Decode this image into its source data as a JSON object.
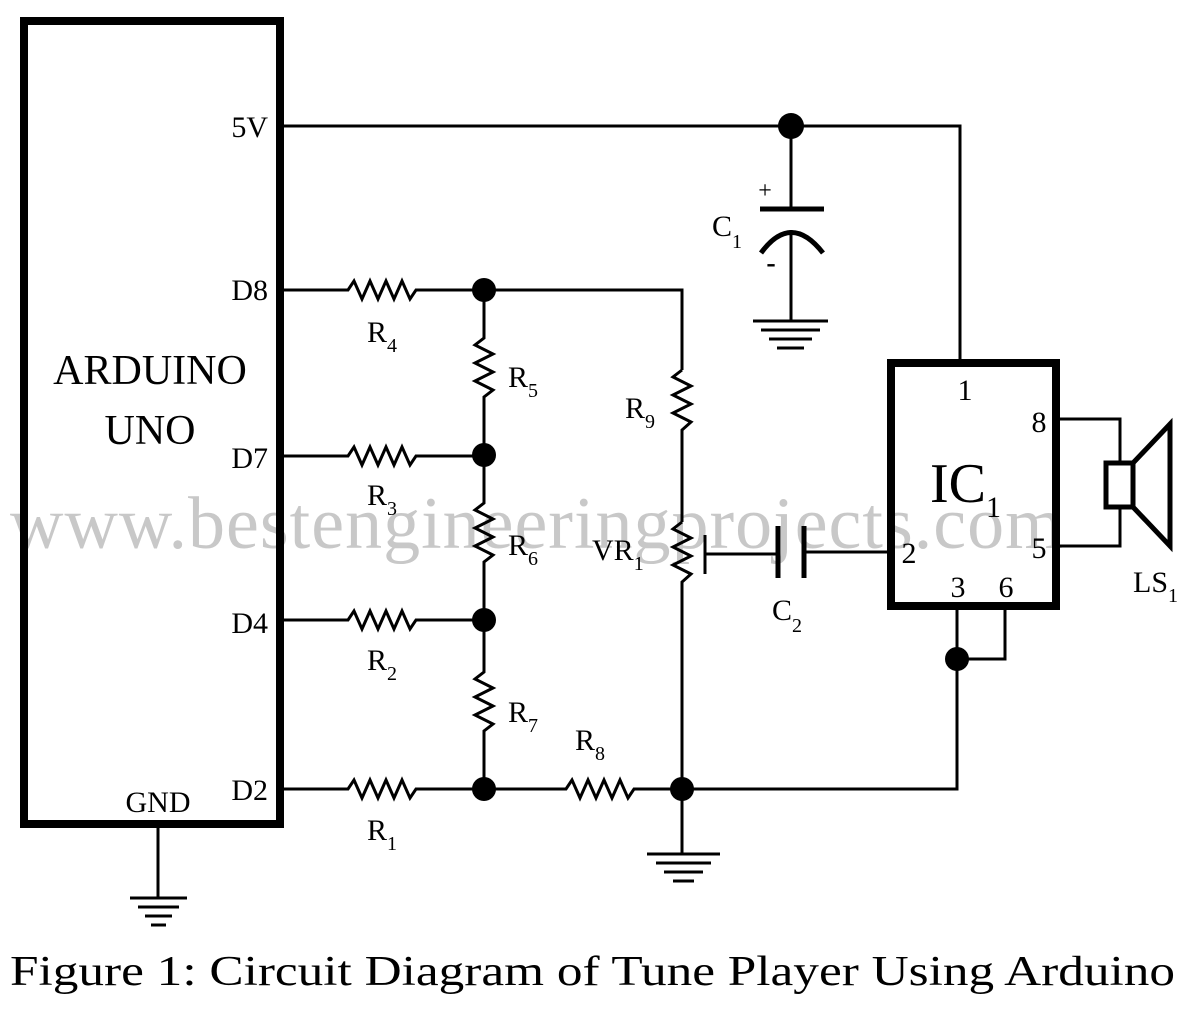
{
  "arduino": {
    "title_line1": "ARDUINO",
    "title_line2": "UNO",
    "pins": {
      "v5": "5V",
      "d8": "D8",
      "d7": "D7",
      "d4": "D4",
      "d2": "D2",
      "gnd": "GND"
    }
  },
  "components": {
    "r1": {
      "name": "R",
      "sub": "1"
    },
    "r2": {
      "name": "R",
      "sub": "2"
    },
    "r3": {
      "name": "R",
      "sub": "3"
    },
    "r4": {
      "name": "R",
      "sub": "4"
    },
    "r5": {
      "name": "R",
      "sub": "5"
    },
    "r6": {
      "name": "R",
      "sub": "6"
    },
    "r7": {
      "name": "R",
      "sub": "7"
    },
    "r8": {
      "name": "R",
      "sub": "8"
    },
    "r9": {
      "name": "R",
      "sub": "9"
    },
    "vr1": {
      "name": "VR",
      "sub": "1"
    },
    "c1": {
      "name": "C",
      "sub": "1",
      "plus": "+",
      "minus": "-"
    },
    "c2": {
      "name": "C",
      "sub": "2"
    },
    "ls1": {
      "name": "LS",
      "sub": "1"
    },
    "ic1": {
      "name": "IC",
      "sub": "1",
      "pins": {
        "p1": "1",
        "p2": "2",
        "p3": "3",
        "p5": "5",
        "p6": "6",
        "p8": "8"
      }
    }
  },
  "watermark": "www.bestengineeringprojects.com",
  "caption": "Figure 1: Circuit Diagram of Tune Player Using Arduino",
  "colors": {
    "ink": "#000000",
    "watermark": "#c8c8c8",
    "background": "#ffffff"
  }
}
